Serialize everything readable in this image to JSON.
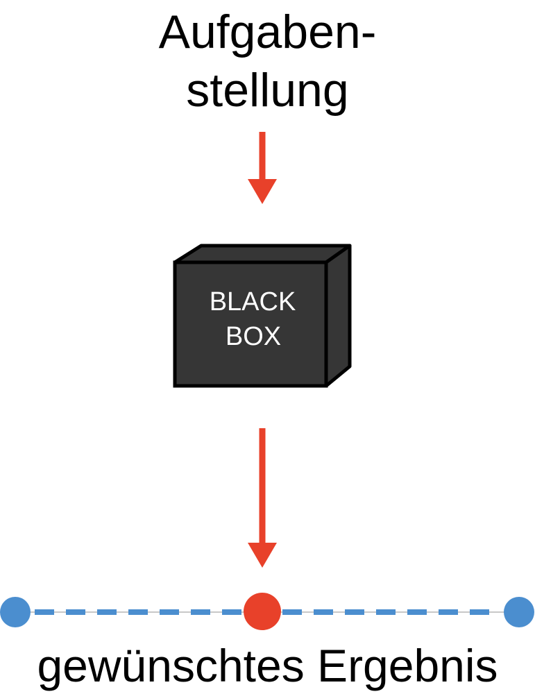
{
  "title": {
    "line1": "Aufgaben-",
    "line2": "stellung"
  },
  "box": {
    "line1": "BLACK",
    "line2": "BOX"
  },
  "result_label": "gewünschtes Ergebnis",
  "colors": {
    "arrow": "#e8412a",
    "box_fill": "#363636",
    "box_stroke": "#000000",
    "scale_dot": "#4b8ecf",
    "scale_dash": "#4b8ecf",
    "scale_line": "#c8c8c8",
    "target_dot": "#e8412a"
  }
}
